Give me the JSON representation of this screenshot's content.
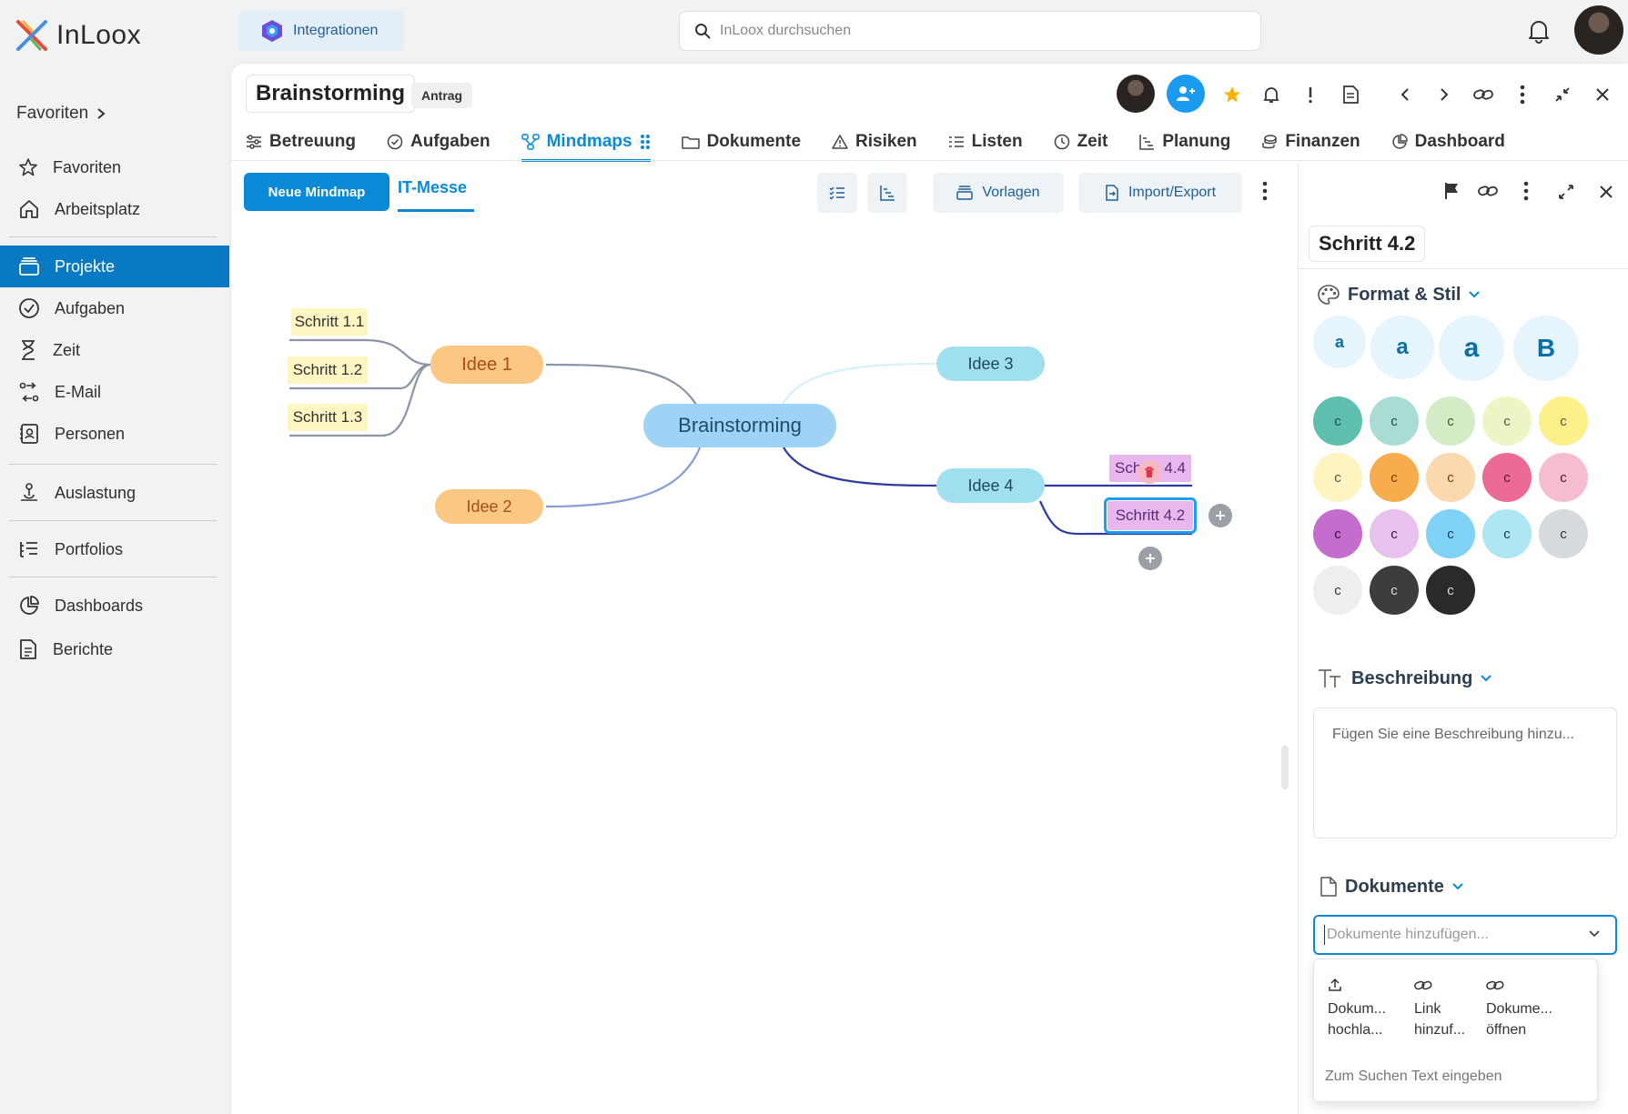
{
  "app": {
    "name": "InLoox"
  },
  "topbar": {
    "integrations_label": "Integrationen",
    "search_placeholder": "InLoox durchsuchen"
  },
  "sidebar": {
    "favorites_header": "Favoriten",
    "items": [
      {
        "label": "Favoriten",
        "icon": "star-icon"
      },
      {
        "label": "Arbeitsplatz",
        "icon": "home-icon"
      },
      {
        "label": "Projekte",
        "icon": "projects-icon",
        "active": true
      },
      {
        "label": "Aufgaben",
        "icon": "check-circle-icon"
      },
      {
        "label": "Zeit",
        "icon": "hourglass-icon"
      },
      {
        "label": "E-Mail",
        "icon": "email-icon"
      },
      {
        "label": "Personen",
        "icon": "person-card-icon"
      },
      {
        "label": "Auslastung",
        "icon": "workload-icon"
      },
      {
        "label": "Portfolios",
        "icon": "portfolio-icon"
      },
      {
        "label": "Dashboards",
        "icon": "dashboard-icon"
      },
      {
        "label": "Berichte",
        "icon": "report-icon"
      }
    ]
  },
  "project": {
    "title": "Brainstorming",
    "badge": "Antrag"
  },
  "tabs": [
    {
      "label": "Betreuung",
      "icon": "sliders-icon"
    },
    {
      "label": "Aufgaben",
      "icon": "check-circle-icon"
    },
    {
      "label": "Mindmaps",
      "icon": "mindmap-icon",
      "active": true
    },
    {
      "label": "Dokumente",
      "icon": "folder-icon"
    },
    {
      "label": "Risiken",
      "icon": "warning-icon"
    },
    {
      "label": "Listen",
      "icon": "list-icon"
    },
    {
      "label": "Zeit",
      "icon": "clock-icon"
    },
    {
      "label": "Planung",
      "icon": "gantt-icon"
    },
    {
      "label": "Finanzen",
      "icon": "coins-icon"
    },
    {
      "label": "Dashboard",
      "icon": "dashboard-icon"
    }
  ],
  "mindmap_toolbar": {
    "new_label": "Neue Mindmap",
    "current_map": "IT-Messe",
    "templates_label": "Vorlagen",
    "import_export_label": "Import/Export"
  },
  "mindmap": {
    "center": "Brainstorming",
    "ideas": [
      "Idee 1",
      "Idee 2",
      "Idee 3",
      "Idee 4"
    ],
    "steps_idea1": [
      "Schritt 1.1",
      "Schritt 1.2",
      "Schritt 1.3"
    ],
    "steps_idea4": [
      "Sch",
      "4.4",
      "Schritt 4.2"
    ]
  },
  "panel": {
    "title": "Schritt 4.2",
    "format_header": "Format & Stil",
    "font_sizes": [
      "a",
      "a",
      "a",
      "B"
    ],
    "color_letter": "c",
    "colors": [
      "#5fbfae",
      "#a9dcd3",
      "#d3ecc6",
      "#eef5c4",
      "#fbf08a",
      "#fdf4c0",
      "#f8ac4e",
      "#fcd8ae",
      "#ec6b94",
      "#f6bdd2",
      "#c56ccf",
      "#e6c2ec",
      "#7fd2f6",
      "#aee6f3",
      "#d7dadd",
      "#eceef0",
      "#3d3d3d",
      "#2a2a2a"
    ],
    "description_header": "Beschreibung",
    "description_placeholder": "Fügen Sie eine Beschreibung hinzu...",
    "documents_header": "Dokumente",
    "documents_placeholder": "Dokumente hinzufügen...",
    "doc_options": [
      {
        "line1": "Dokum...",
        "line2": "hochla...",
        "icon": "upload-icon"
      },
      {
        "line1": "Link",
        "line2": "hinzuf...",
        "icon": "link-icon"
      },
      {
        "line1": "Dokume...",
        "line2": "öffnen",
        "icon": "link-icon"
      }
    ],
    "search_hint": "Zum Suchen Text eingeben"
  },
  "theme": {
    "accent": "#0a8ad6",
    "sidebar_active": "#0a79c4"
  }
}
